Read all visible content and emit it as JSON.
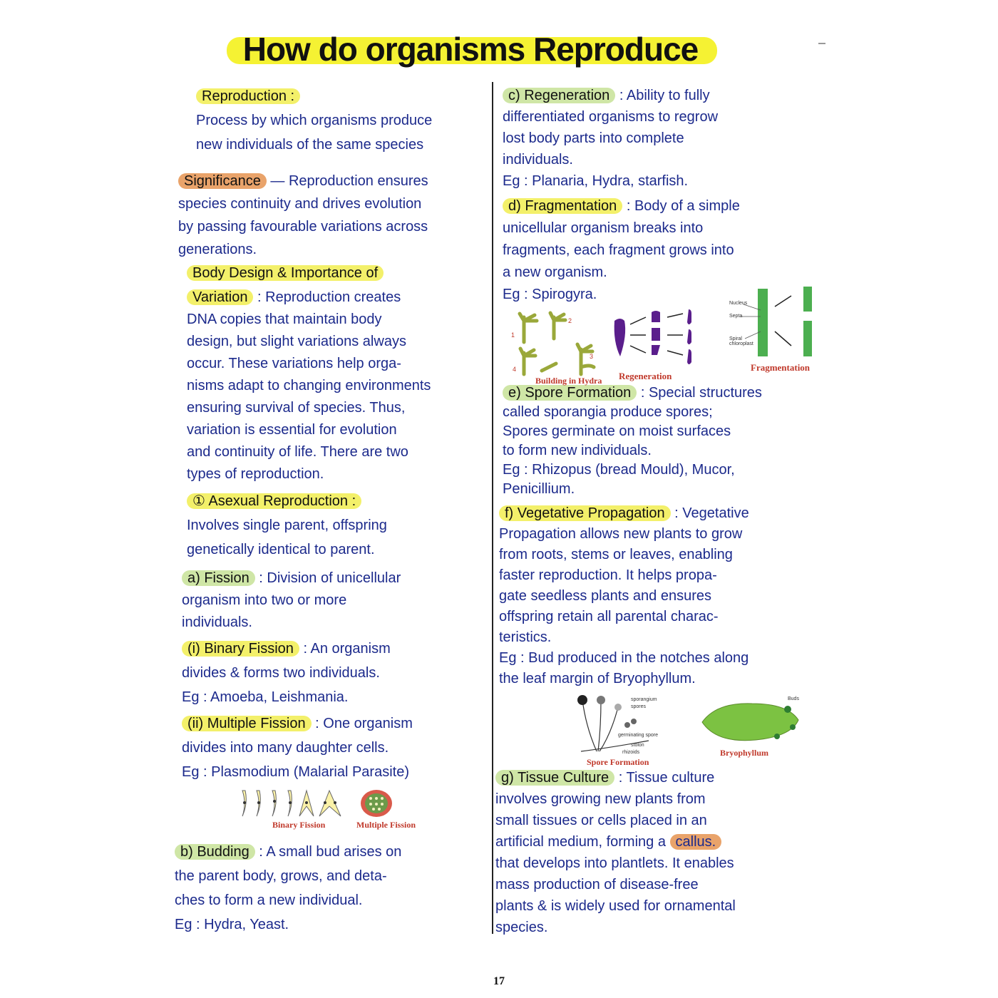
{
  "title": "How do organisms Reproduce",
  "page_number": "17",
  "left": [
    {
      "heading": "Reproduction :",
      "hl": "yellow",
      "rest": "",
      "lines": [
        "Process by which organisms produce",
        "new individuals of the same species"
      ]
    },
    {
      "heading": "Significance",
      "hl": "orange",
      "rest": " — Reproduction ensures",
      "lines": [
        "species continuity and drives evolution",
        "by passing favourable variations across",
        "generations."
      ]
    },
    {
      "heading": "Body Design & Importance of",
      "hl": "yellow",
      "rest": "",
      "lines": []
    },
    {
      "heading": "Variation",
      "hl": "yellow",
      "rest": " : Reproduction creates",
      "lines": [
        "DNA copies that maintain body",
        "design, but slight variations always",
        "occur. These variations help orga-",
        "nisms adapt to changing environments",
        "ensuring survival of species. Thus,",
        "variation is essential for evolution",
        "and continuity of life. There are two",
        "types of reproduction."
      ]
    },
    {
      "heading": "① Asexual Reproduction :",
      "hl": "yellow",
      "rest": "",
      "lines": [
        "Involves single parent, offspring",
        "genetically identical to parent."
      ]
    },
    {
      "heading": "a) Fission",
      "hl": "green",
      "rest": " : Division of unicellular",
      "lines": [
        "organism into two or more",
        "individuals."
      ]
    },
    {
      "heading": "(i) Binary Fission",
      "hl": "yellow",
      "rest": " : An organism",
      "lines": [
        "divides & forms two individuals.",
        "Eg : Amoeba, Leishmania."
      ]
    },
    {
      "heading": "(ii) Multiple Fission",
      "hl": "yellow",
      "rest": " : One organism",
      "lines": [
        "divides into many daughter cells.",
        "Eg : Plasmodium (Malarial Parasite)"
      ]
    },
    {
      "heading": "b) Budding",
      "hl": "green",
      "rest": " : A small bud arises on",
      "lines": [
        "the parent body, grows, and deta-",
        "ches to form a new individual.",
        "Eg : Hydra, Yeast."
      ]
    }
  ],
  "right": [
    {
      "heading": "c) Regeneration",
      "hl": "green",
      "rest": " : Ability to fully",
      "lines": [
        "differentiated organisms to regrow",
        "lost body parts into complete",
        "individuals.",
        "Eg : Planaria, Hydra, starfish."
      ]
    },
    {
      "heading": "d) Fragmentation",
      "hl": "yellow",
      "rest": " : Body of a simple",
      "lines": [
        "unicellular organism breaks into",
        "fragments, each fragment grows into",
        "a new organism.",
        "Eg : Spirogyra."
      ]
    },
    {
      "heading": "e) Spore Formation",
      "hl": "green",
      "rest": " : Special structures",
      "lines": [
        "called sporangia produce spores;",
        "Spores germinate on moist surfaces",
        "to form new individuals.",
        "Eg : Rhizopus (bread Mould), Mucor,",
        "    Penicillium."
      ]
    },
    {
      "heading": "f) Vegetative Propagation",
      "hl": "yellow",
      "rest": " : Vegetative",
      "lines": [
        "Propagation allows new plants to grow",
        "from roots, stems or leaves, enabling",
        "faster reproduction. It helps propa-",
        "gate seedless plants and ensures",
        "offspring retain all parental charac-",
        "teristics.",
        "Eg : Bud produced in the notches along",
        "the leaf margin of Bryophyllum."
      ]
    },
    {
      "heading": "g) Tissue Culture",
      "hl": "green",
      "rest": " : Tissue culture",
      "lines": [
        "involves growing new plants from",
        "small tissues or cells placed in an",
        "artificial medium, forming a",
        "that develops into plantlets. It enables",
        "mass production of disease-free",
        "plants & is widely used for ornamental",
        "species."
      ],
      "callus": "callus."
    }
  ],
  "figures": {
    "binary_fission": "Binary Fission",
    "multiple_fission": "Multiple Fission",
    "budding": "Building in Hydra",
    "regeneration": "Regeneration",
    "fragmentation": "Fragmentation",
    "frag_labels": [
      "Nucleus",
      "Septa",
      "Spiral chloroplast"
    ],
    "spore": "Spore Formation",
    "spore_labels": [
      "sporangium",
      "spores",
      "germinating spore",
      "stolon",
      "rhizoids"
    ],
    "bryophyllum": "Bryophyllum",
    "bryo_label": "Buds"
  },
  "colors": {
    "ink": "#1c2a8c",
    "yellow_highlight": "#f3f06a",
    "green_highlight": "#cfe6a6",
    "orange_highlight": "#e9a36a",
    "caption": "#c0392b"
  }
}
